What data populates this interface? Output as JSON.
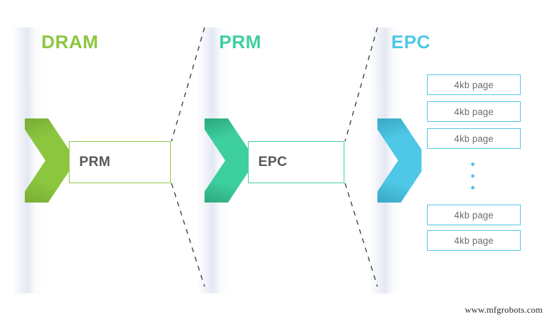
{
  "diagram": {
    "type": "zoom-hierarchy",
    "background_color": "#ffffff",
    "panels": [
      {
        "title": "DRAM",
        "title_color": "#8cc63f",
        "accent_color": "#8cc63f",
        "chevron_name": "chevron-dram",
        "box_label": "PRM",
        "box_border_color": "#8cc63f",
        "box_text_color": "#5a5a5e"
      },
      {
        "title": "PRM",
        "title_color": "#3ecf9e",
        "accent_color": "#3ecf9e",
        "chevron_name": "chevron-prm",
        "box_label": "EPC",
        "box_border_color": "#3ecf9e",
        "box_text_color": "#5a5a5e"
      },
      {
        "title": "EPC",
        "title_color": "#4ec8e6",
        "accent_color": "#4ec8e6",
        "chevron_name": "chevron-epc",
        "box_label": null,
        "box_border_color": "#4ec8e6",
        "box_text_color": "#6c6c70"
      }
    ],
    "pages": {
      "label": "4kb page",
      "border_color": "#4ec8e6",
      "text_color": "#6c6c70",
      "top_group": [
        "4kb page",
        "4kb page",
        "4kb page"
      ],
      "bottom_group": [
        "4kb page",
        "4kb page"
      ],
      "ellipsis_color": "#4ec8e6",
      "ellipsis_dots": 3
    },
    "connector": {
      "style": "dashed",
      "color": "#4a4a4a"
    },
    "watermark": "www.mfgrobots.com"
  }
}
